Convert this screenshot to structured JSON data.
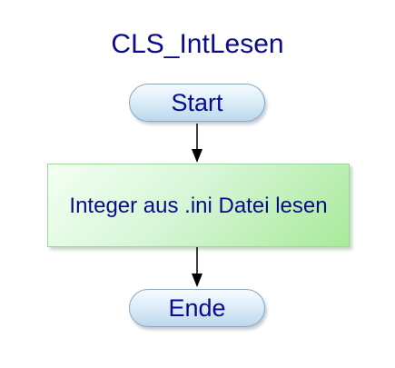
{
  "diagram": {
    "title": "CLS_IntLesen",
    "start_label": "Start",
    "process_label": "Integer aus .ini Datei lesen",
    "end_label": "Ende"
  }
}
